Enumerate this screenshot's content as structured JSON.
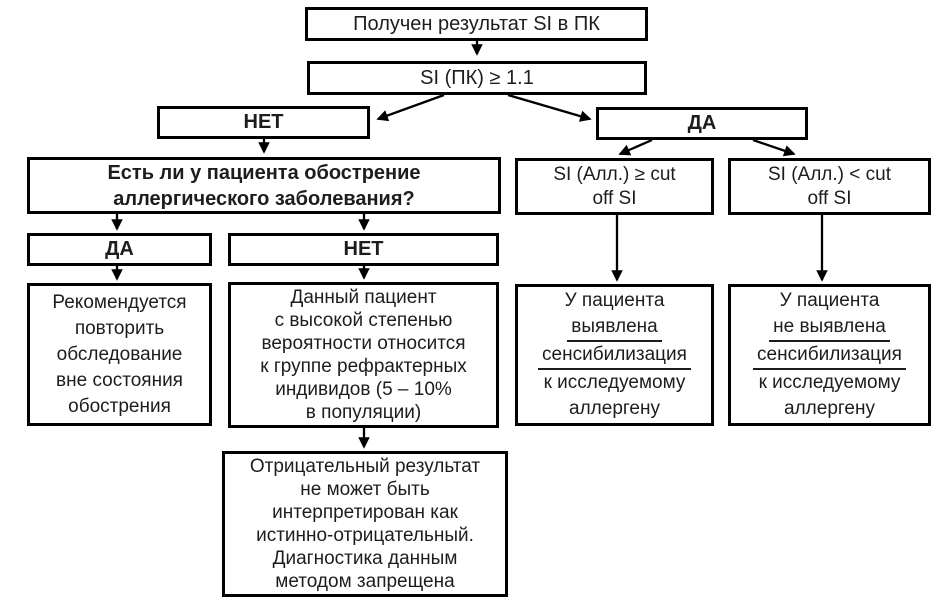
{
  "figure": {
    "type": "flowchart",
    "language": "ru",
    "colors": {
      "background": "#ffffff",
      "line": "#000000",
      "text": "#1d1d1d"
    }
  },
  "nodes": {
    "start": {
      "label": "Получен результат SI в ПК"
    },
    "condition": {
      "label": "SI (ПК) ≥ 1.1"
    },
    "no_branch": {
      "label": "НЕТ"
    },
    "yes_branch": {
      "label": "ДА"
    },
    "question": {
      "lines": [
        "Есть ли у пациента обострение",
        "аллергического заболевания?"
      ]
    },
    "si_above": {
      "lines": [
        "SI (Алл.) ≥ cut",
        "off SI"
      ]
    },
    "si_below": {
      "lines": [
        "SI (Алл.) < cut",
        "off SI"
      ]
    },
    "exac_yes": {
      "label": "ДА"
    },
    "exac_no": {
      "label": "НЕТ"
    },
    "repeat": {
      "lines": [
        "Рекомендуется",
        "повторить",
        "обследование",
        "вне состояния",
        "обострения"
      ]
    },
    "refractory": {
      "lines": [
        "Данный пациент",
        "с высокой степенью",
        "вероятности относится",
        "к группе рефрактерных",
        "индивидов (5 – 10%",
        "в популяции)"
      ]
    },
    "found": {
      "lines": [
        "У пациента",
        "выявлена",
        "сенсибилизация",
        "к исследуемому",
        "аллергену"
      ]
    },
    "not_found": {
      "lines": [
        "У пациента",
        "не выявлена",
        "сенсибилизация",
        "к исследуемому",
        "аллергену"
      ]
    },
    "negative": {
      "lines": [
        "Отрицательный результат",
        "не может быть",
        "интерпретирован как",
        "истинно-отрицательный.",
        "Диагностика данным",
        "методом запрещена"
      ]
    }
  },
  "edges": [
    {
      "from": "start",
      "to": "condition"
    },
    {
      "from": "condition",
      "to": "no_branch"
    },
    {
      "from": "condition",
      "to": "yes_branch"
    },
    {
      "from": "no_branch",
      "to": "question"
    },
    {
      "from": "yes_branch",
      "to": "si_above"
    },
    {
      "from": "yes_branch",
      "to": "si_below"
    },
    {
      "from": "question",
      "to": "exac_yes"
    },
    {
      "from": "question",
      "to": "exac_no"
    },
    {
      "from": "exac_yes",
      "to": "repeat"
    },
    {
      "from": "exac_no",
      "to": "refractory"
    },
    {
      "from": "si_above",
      "to": "found"
    },
    {
      "from": "si_below",
      "to": "not_found"
    },
    {
      "from": "refractory",
      "to": "negative"
    }
  ]
}
